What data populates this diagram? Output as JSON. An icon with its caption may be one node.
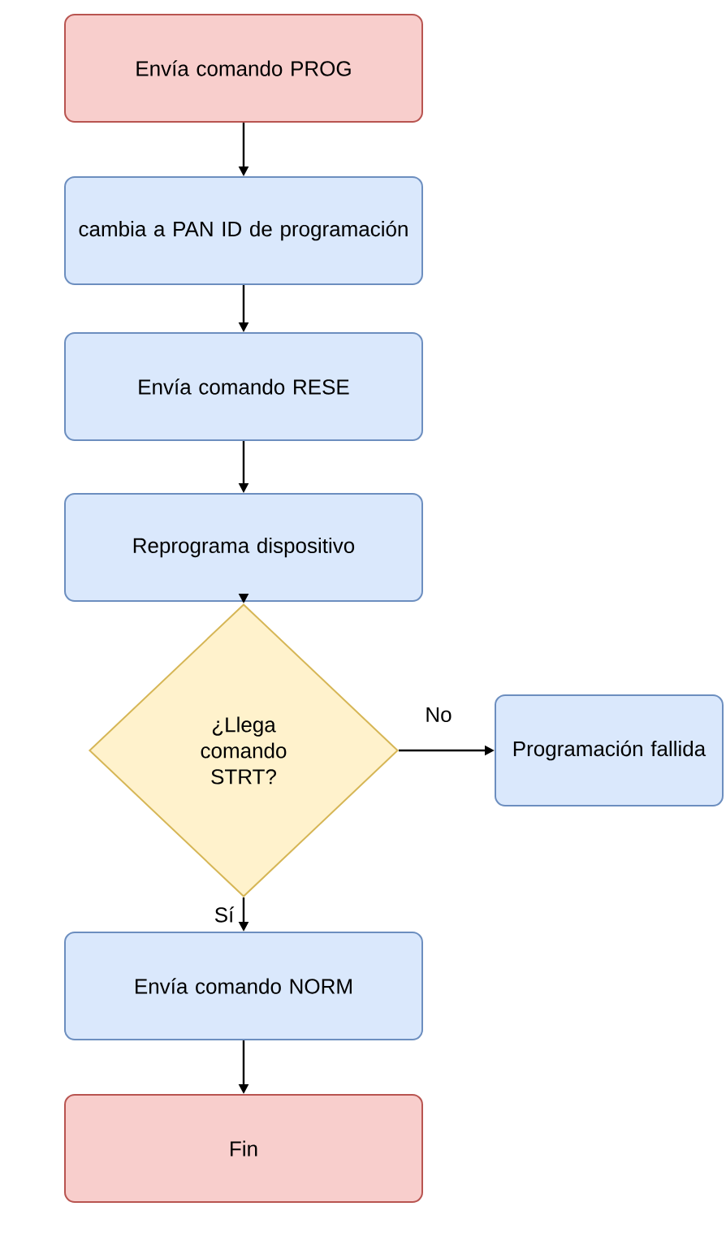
{
  "diagram": {
    "nodes": [
      {
        "text": [
          "Envía comando PROG"
        ]
      },
      {
        "text": [
          "cambia a PAN ID de programación"
        ]
      },
      {
        "text": [
          "Envía comando RESE"
        ]
      },
      {
        "text": [
          "Reprograma dispositivo"
        ]
      },
      {
        "text": [
          "¿Llega comando STRT?"
        ]
      },
      {
        "text": [
          "Programación fallida"
        ]
      },
      {
        "text": [
          "Envía comando NORM"
        ]
      },
      {
        "text": [
          "Fin"
        ]
      }
    ],
    "edges": [
      {
        "from": 0,
        "to": 1,
        "arrow": "to"
      },
      {
        "from": 1,
        "to": 2,
        "arrow": "to"
      },
      {
        "from": 2,
        "to": 3,
        "arrow": "to"
      },
      {
        "from": 3,
        "to": 4,
        "arrow": "to"
      },
      {
        "from": 4,
        "to": 5,
        "arrow": "to",
        "label": "No"
      },
      {
        "from": 4,
        "to": 6,
        "arrow": "to",
        "label": "Sí"
      },
      {
        "from": 6,
        "to": 7,
        "arrow": "to"
      }
    ]
  }
}
